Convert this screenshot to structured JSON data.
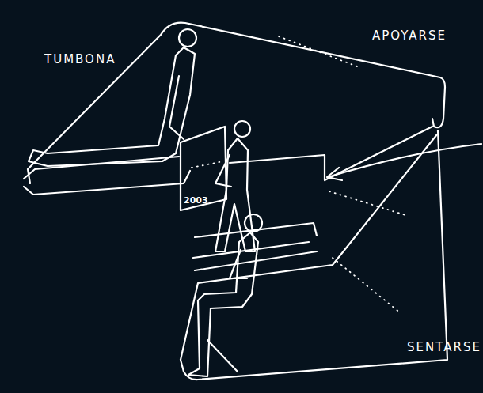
{
  "diagram": {
    "nodes": [
      {
        "text": [
          "2003"
        ]
      }
    ],
    "labels": [
      "TUMBONA",
      "APOYARSE",
      "SENTARSE"
    ]
  }
}
